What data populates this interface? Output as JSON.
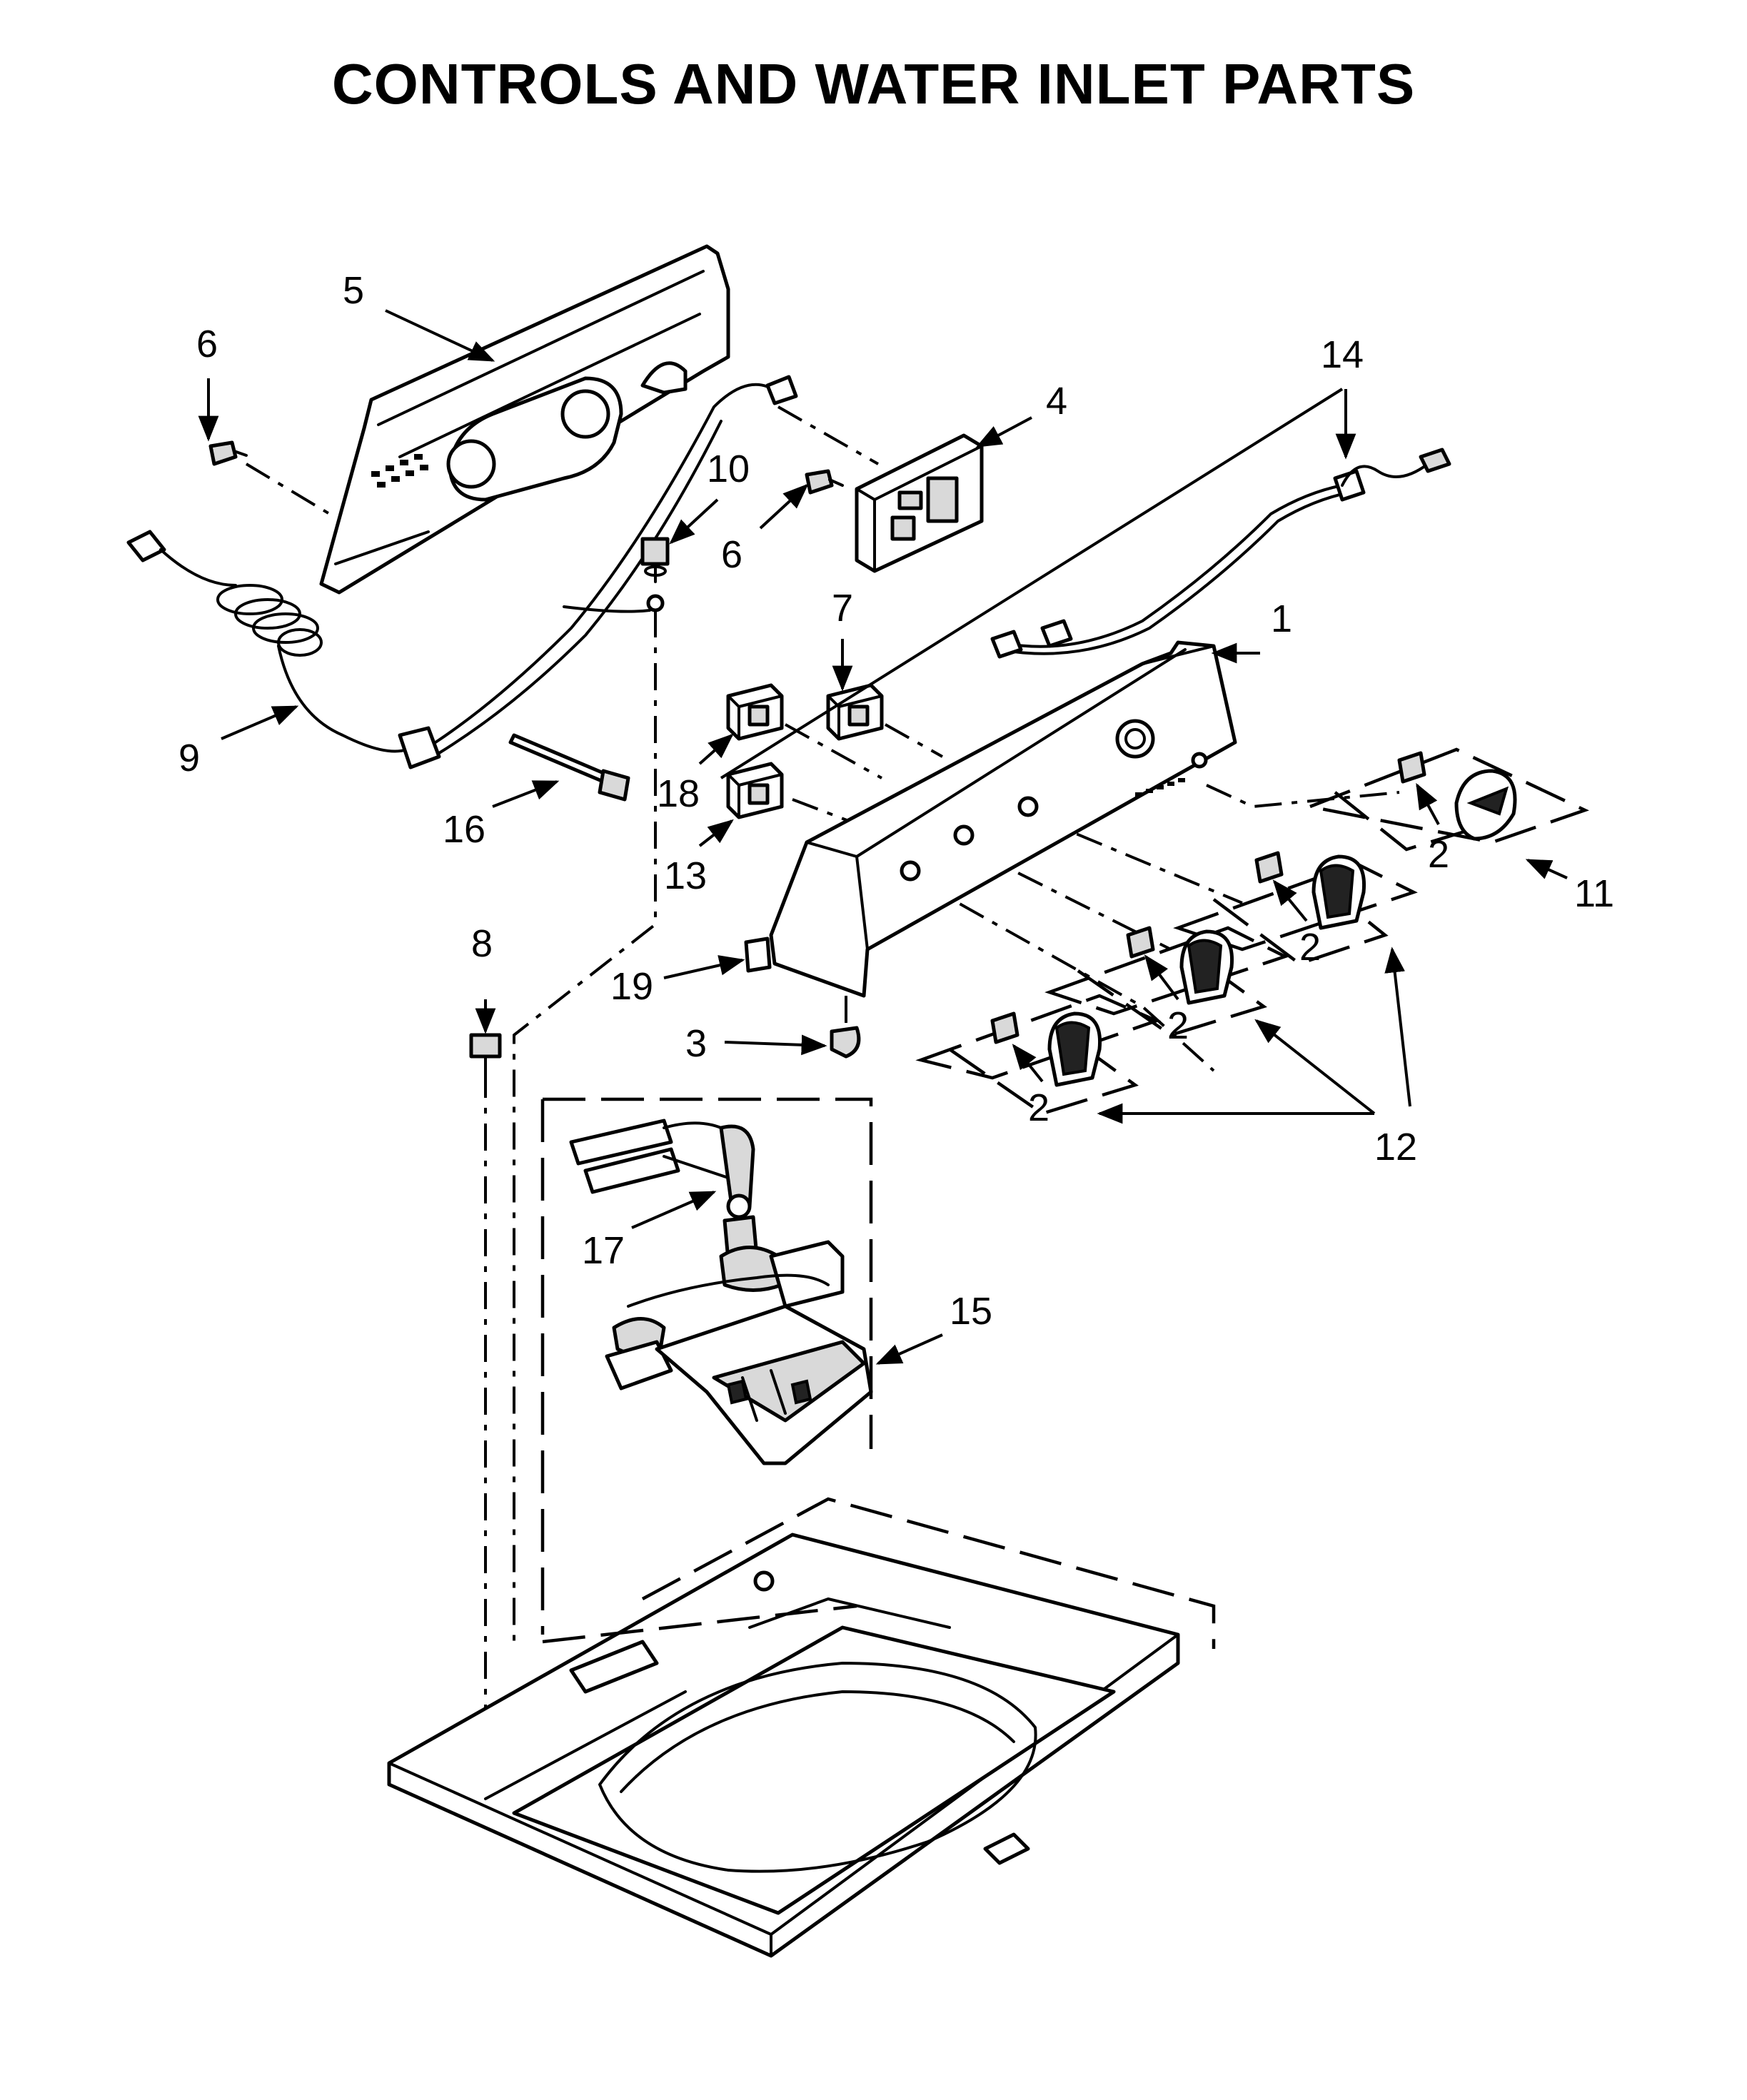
{
  "title": "CONTROLS AND WATER INLET PARTS",
  "callouts": {
    "c1": "1",
    "c2a": "2",
    "c2b": "2",
    "c2c": "2",
    "c2d": "2",
    "c3": "3",
    "c4": "4",
    "c5": "5",
    "c6a": "6",
    "c6b": "6",
    "c7": "7",
    "c8": "8",
    "c9": "9",
    "c10": "10",
    "c11": "11",
    "c12": "12",
    "c13": "13",
    "c14": "14",
    "c15": "15",
    "c16": "16",
    "c17": "17",
    "c18": "18",
    "c19": "19"
  }
}
